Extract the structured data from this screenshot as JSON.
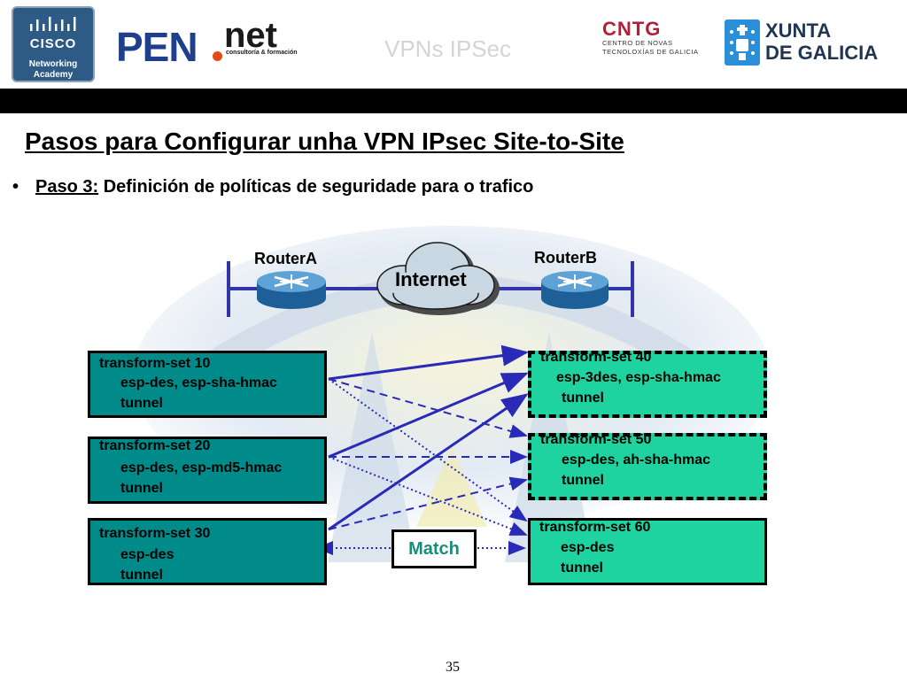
{
  "header": {
    "cisco_logo": {
      "word": "CISCO",
      "line1": "Networking",
      "line2": "Academy"
    },
    "pen_logo": {
      "pen": "PEN",
      "net": "net",
      "tagline": "consultoría & formación"
    },
    "title": "VPNs IPSec",
    "cntg_logo": {
      "mark": "CNTG",
      "text": "CENTRO DE NOVAS TECNOLOXÍAS DE GALICIA"
    },
    "xunta_logo": {
      "line1": "XUNTA",
      "line2": "DE GALICIA"
    }
  },
  "slide": {
    "title": "Pasos para Configurar unha VPN IPsec Site-to-Site",
    "bullet": {
      "marker": "•",
      "step_label": "Paso 3:",
      "text": " Definición de políticas de seguridade para o trafico"
    }
  },
  "diagram": {
    "router_a": "RouterA",
    "router_b": "RouterB",
    "internet": "Internet",
    "left_sets": [
      {
        "name": "transform-set 10",
        "transforms": "esp-des, esp-sha-hmac",
        "mode": "tunnel"
      },
      {
        "name": "transform-set 20",
        "transforms": "esp-des, esp-md5-hmac",
        "mode": "tunnel"
      },
      {
        "name": "transform-set 30",
        "transforms": "esp-des",
        "mode": "tunnel"
      }
    ],
    "right_sets": [
      {
        "name": "transform-set 40",
        "transforms": "esp-3des, esp-sha-hmac",
        "mode": "tunnel"
      },
      {
        "name": "transform-set 50",
        "transforms": "esp-des, ah-sha-hmac",
        "mode": "tunnel"
      },
      {
        "name": "transform-set 60",
        "transforms": "esp-des",
        "mode": "tunnel"
      }
    ],
    "match_label": "Match",
    "colors": {
      "left_box": "#008b8b",
      "right_box": "#1fd3a0",
      "arrow": "#2a2ab8"
    }
  },
  "footer": {
    "page_number": "35"
  }
}
